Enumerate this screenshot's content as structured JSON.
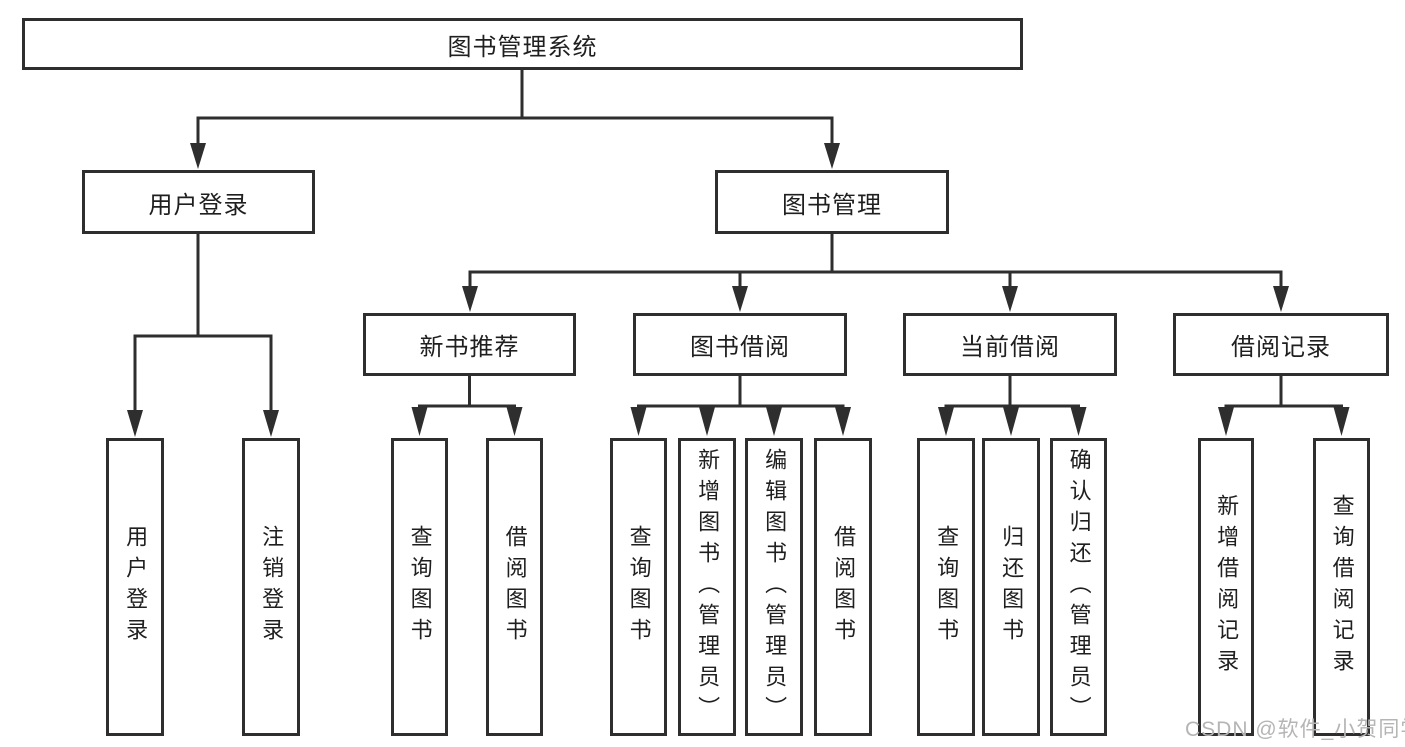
{
  "colors": {
    "line": "#2e2e2e",
    "box_border": "#2e2e2e",
    "box_fill": "#ffffff",
    "text": "#1f1f1f",
    "background": "#ffffff",
    "watermark": "#b5b5b5"
  },
  "diagram": {
    "type": "hierarchy-tree",
    "nodes": {
      "root": "图书管理系统",
      "user_login": "用户登录",
      "book_mgmt": "图书管理",
      "new_book_rec": "新书推荐",
      "book_borrow": "图书借阅",
      "current_borrow": "当前借阅",
      "borrow_record": "借阅记录",
      "leaf_user_login": "用户登录",
      "leaf_logout": "注销登录",
      "leaf_nb_query": "查询图书",
      "leaf_nb_borrow": "借阅图书",
      "leaf_bb_query": "查询图书",
      "leaf_bb_add": "新增图书（管理员）",
      "leaf_bb_edit": "编辑图书（管理员）",
      "leaf_bb_borrow": "借阅图书",
      "leaf_cb_query": "查询图书",
      "leaf_cb_return": "归还图书",
      "leaf_cb_confirm": "确认归还（管理员）",
      "leaf_br_add": "新增借阅记录",
      "leaf_br_query": "查询借阅记录"
    },
    "edges": [
      "root->user_login",
      "root->book_mgmt",
      "user_login->leaf_user_login",
      "user_login->leaf_logout",
      "book_mgmt->new_book_rec",
      "book_mgmt->book_borrow",
      "book_mgmt->current_borrow",
      "book_mgmt->borrow_record",
      "new_book_rec->leaf_nb_query",
      "new_book_rec->leaf_nb_borrow",
      "book_borrow->leaf_bb_query",
      "book_borrow->leaf_bb_add",
      "book_borrow->leaf_bb_edit",
      "book_borrow->leaf_bb_borrow",
      "current_borrow->leaf_cb_query",
      "current_borrow->leaf_cb_return",
      "current_borrow->leaf_cb_confirm",
      "borrow_record->leaf_br_add",
      "borrow_record->leaf_br_query"
    ]
  },
  "watermark": {
    "text": "CSDN @软件_小贺同学"
  }
}
